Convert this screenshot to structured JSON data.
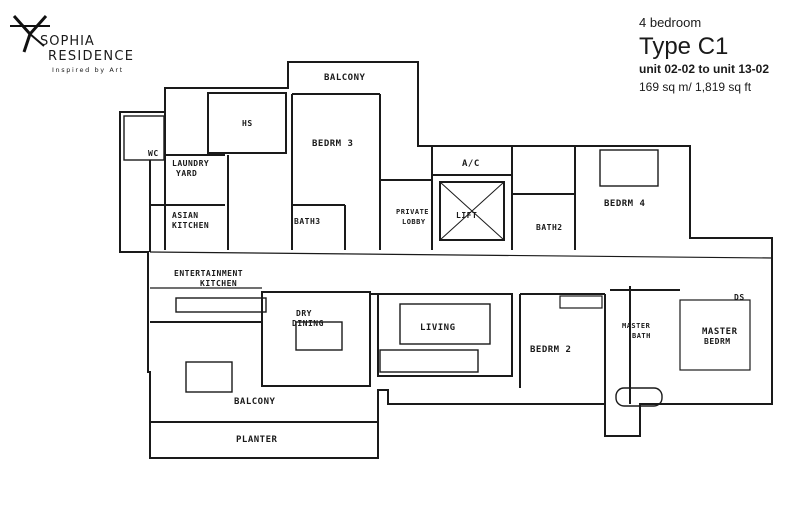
{
  "brand": {
    "name_line1": "SOPHIA",
    "name_line2": "RESIDENCE",
    "tagline": "Inspired by Art"
  },
  "unit_info": {
    "bedrooms": "4 bedroom",
    "type": "Type C1",
    "units": "unit 02-02 to unit 13-02",
    "area": "169 sq m/ 1,819 sq ft"
  },
  "rooms": {
    "balcony_top": "BALCONY",
    "hs": "HS",
    "bedrm3": "BEDRM 3",
    "wc": "WC",
    "laundry": "LAUNDRY",
    "yard": "YARD",
    "ac": "A/C",
    "private": "PRIVATE",
    "lobby": "LOBBY",
    "lift": "LIFT",
    "bath2": "BATH2",
    "bedrm4": "BEDRM 4",
    "asian": "ASIAN",
    "kitchen": "KITCHEN",
    "bath3": "BATH3",
    "entertainment": "ENTERTAINMENT",
    "kitchen2": "KITCHEN",
    "ds": "DS",
    "dry": "DRY",
    "dining": "DINING",
    "living": "LIVING",
    "bedrm2": "BEDRM 2",
    "master": "MASTER",
    "master_bath": "BATH",
    "master_bedrm": "MASTER",
    "master_bedrm2": "BEDRM",
    "balcony_bottom": "BALCONY",
    "planter": "PLANTER"
  }
}
